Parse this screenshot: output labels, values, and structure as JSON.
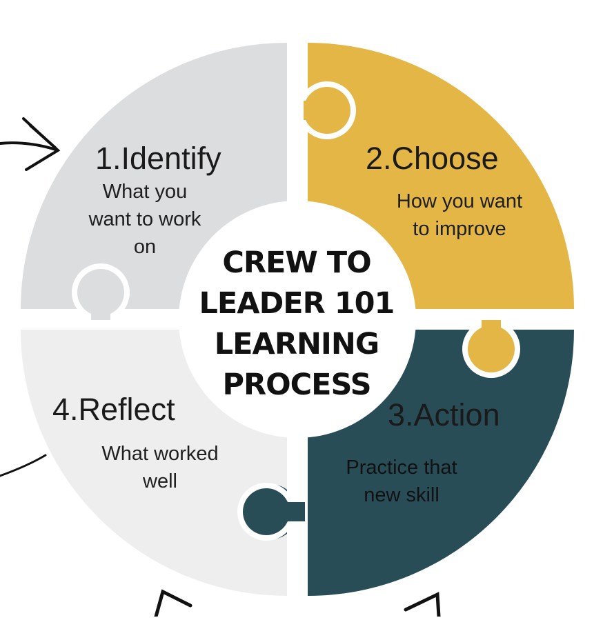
{
  "center": {
    "line1": "CREW TO",
    "line2": "LEADER 101",
    "line3": "LEARNING",
    "line4": "PROCESS"
  },
  "steps": [
    {
      "heading": "1.Identify",
      "desc": [
        "What you",
        "want to work",
        "on"
      ],
      "color": "#dcdddf"
    },
    {
      "heading": "2.Choose",
      "desc": [
        "How you want",
        "to improve"
      ],
      "color": "#e3b646"
    },
    {
      "heading": "3.Action",
      "desc": [
        "Practice that",
        "new skill"
      ],
      "color": "#284d57"
    },
    {
      "heading": "4.Reflect",
      "desc": [
        "What worked",
        "well"
      ],
      "color": "#eeeeee"
    }
  ],
  "icons": [
    "arrow-icon",
    "arrow-icon",
    "arrow-icon",
    "arrow-icon"
  ]
}
